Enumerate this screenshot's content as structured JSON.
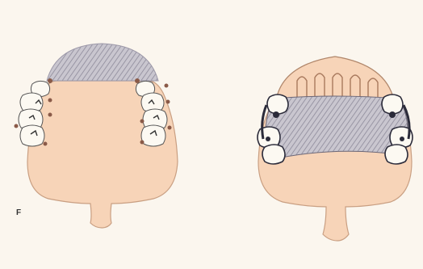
{
  "figure": {
    "label": "F"
  },
  "colors": {
    "background": "#fbf6ee",
    "tissue": "#f7d4b8",
    "hatch": "#a8a4b4",
    "outline": "#b0866a",
    "tooth": "#fcf9f2",
    "clasp_dark": "#2b2b3a",
    "rest_dot": "#8a5a48"
  },
  "panels": [
    {
      "name": "left-denture-outline",
      "type": "maxillary-plan-view"
    },
    {
      "name": "right-denture-outline",
      "type": "maxillary-plan-view-with-palatal-rugae"
    }
  ]
}
